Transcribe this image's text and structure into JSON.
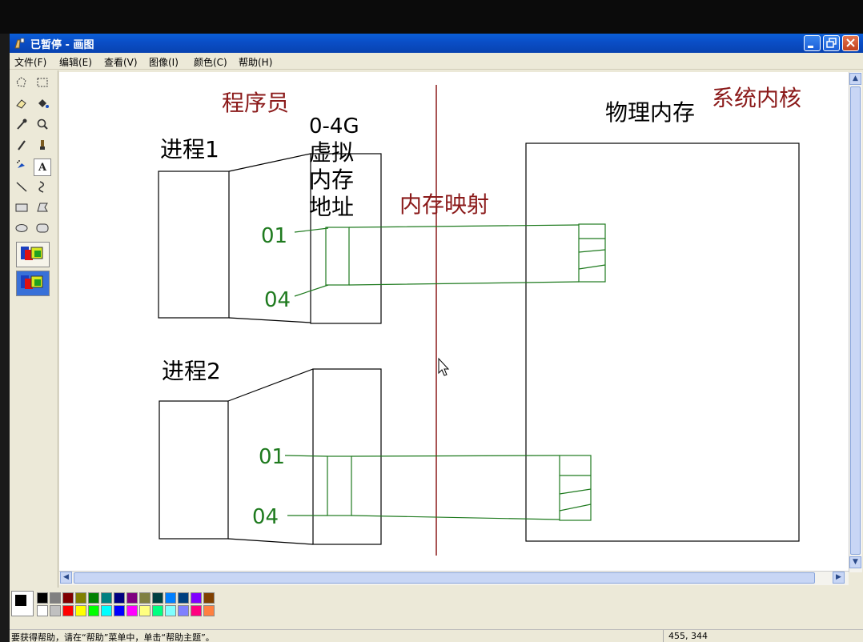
{
  "window": {
    "title": "已暂停 - 画图"
  },
  "menu": [
    "文件(F)",
    "编辑(E)",
    "查看(V)",
    "图像(I)",
    "颜色(C)",
    "帮助(H)"
  ],
  "canvas": {
    "programmer": "程序员",
    "kernel": "系统内核",
    "physical_memory": "物理内存",
    "process1": "进程1",
    "process2": "进程2",
    "vaddr_line1": "0-4G",
    "vaddr_line2": "虚拟",
    "vaddr_line3": "内存",
    "vaddr_line4": "地址",
    "mapping": "内存映射",
    "p1_addr_top": "01",
    "p1_addr_bottom": "04",
    "p2_addr_top": "01",
    "p2_addr_bottom": "04"
  },
  "colors": {
    "title_red": "#8b1a1a",
    "green_ink": "#1e7a1e",
    "divider": "#8b1a1a"
  },
  "palette_top": [
    "#000000",
    "#808080",
    "#800000",
    "#808000",
    "#008000",
    "#008080",
    "#000080",
    "#800080",
    "#808040",
    "#004040",
    "#0080ff",
    "#004080",
    "#8000ff",
    "#804000"
  ],
  "palette_bottom": [
    "#ffffff",
    "#c0c0c0",
    "#ff0000",
    "#ffff00",
    "#00ff00",
    "#00ffff",
    "#0000ff",
    "#ff00ff",
    "#ffff80",
    "#00ff80",
    "#80ffff",
    "#8080ff",
    "#ff0080",
    "#ff8040"
  ],
  "status": {
    "help": "要获得帮助，请在“帮助”菜单中，单击“帮助主题”。",
    "coords": "455, 344"
  }
}
